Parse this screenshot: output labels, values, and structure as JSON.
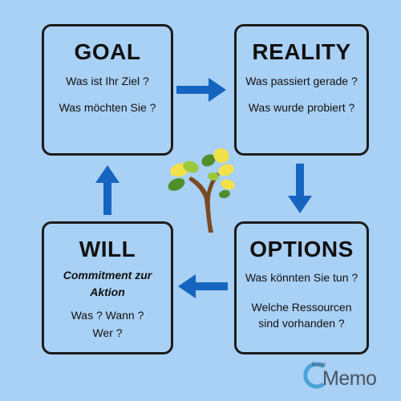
{
  "goal": {
    "title": "GOAL",
    "lines": [
      "Was ist Ihr Ziel ?",
      "Was möchten Sie ?"
    ]
  },
  "reality": {
    "title": "REALITY",
    "lines": [
      "Was passiert gerade ?",
      "Was wurde probiert ?"
    ]
  },
  "options": {
    "title": "OPTIONS",
    "lines": [
      "Was könnten Sie tun ?",
      "Welche Ressourcen",
      "sind vorhanden ?"
    ]
  },
  "will": {
    "title": "WILL",
    "emphasis": [
      "Commitment zur",
      "Aktion"
    ],
    "lines": [
      "Was ? Wann ?",
      "Wer  ?"
    ]
  },
  "logo": {
    "prefix": "lever",
    "name": "Memo"
  },
  "colors": {
    "background": "#a9d0f5",
    "arrow": "#1565c0",
    "border": "#1c1c1c",
    "leaf_yellow": "#f2e14a",
    "leaf_green": "#4e8f2c",
    "trunk": "#7a4a24"
  }
}
